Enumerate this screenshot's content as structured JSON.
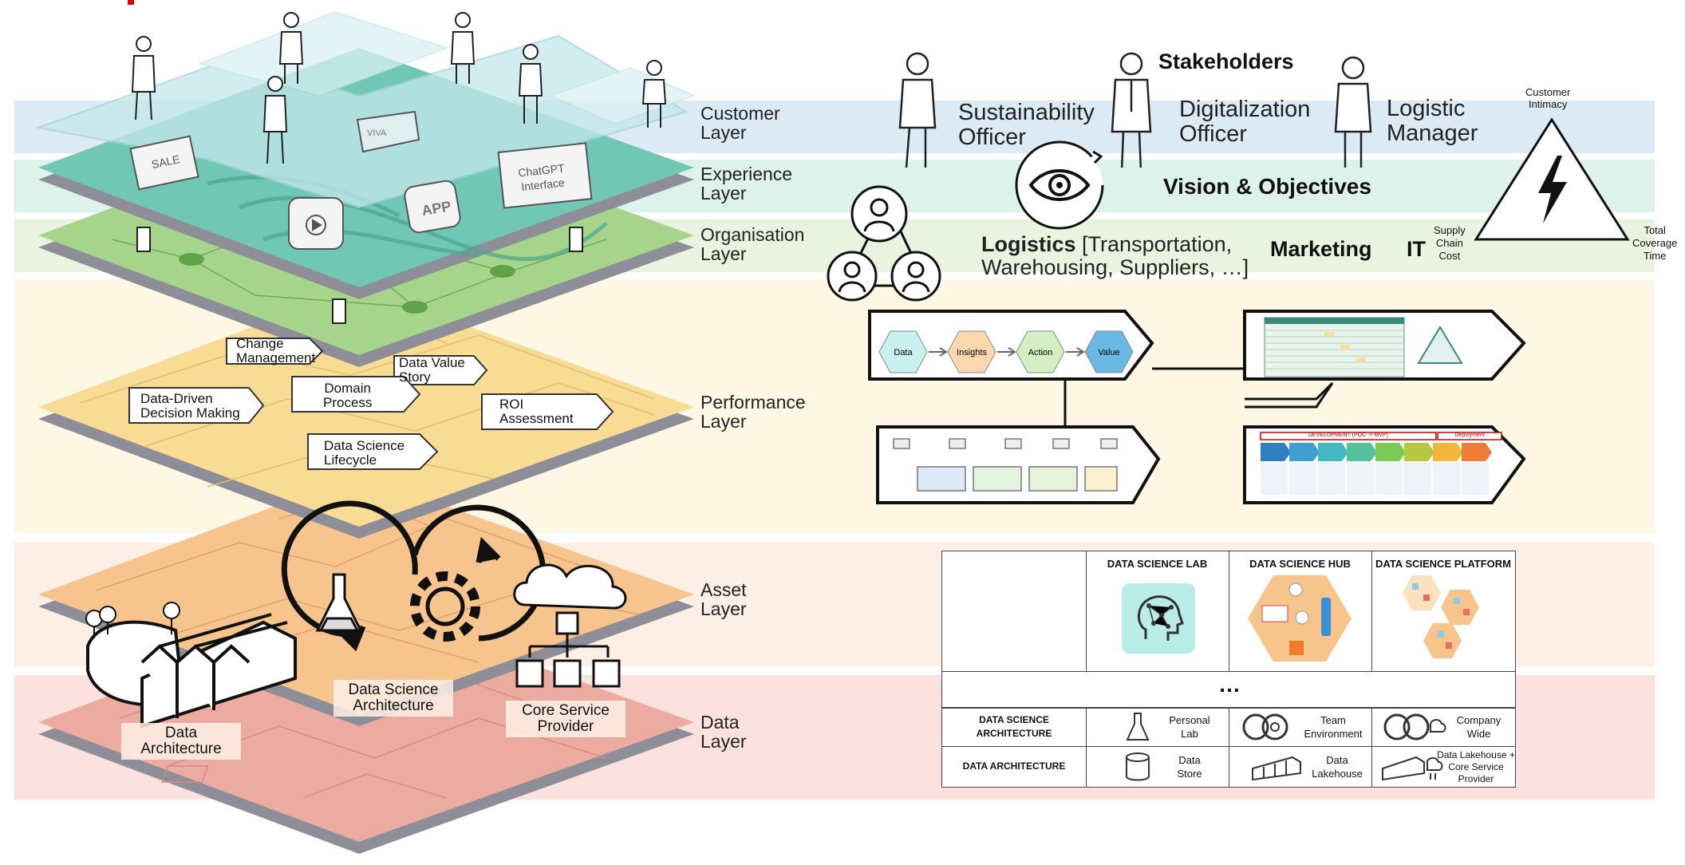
{
  "layers": [
    {
      "name": "Customer",
      "suffix": "Layer",
      "color": "#dbeaf5"
    },
    {
      "name": "Experience",
      "suffix": "Layer",
      "color": "#def2ec"
    },
    {
      "name": "Organisation",
      "suffix": "Layer",
      "color": "#e9f3df"
    },
    {
      "name": "Performance",
      "suffix": "Layer",
      "color": "#fdf7e4"
    },
    {
      "name": "Asset",
      "suffix": "Layer",
      "color": "#fcefe6"
    },
    {
      "name": "Data",
      "suffix": "Layer",
      "color": "#fbe2de"
    }
  ],
  "stakeholders": {
    "title": "Stakeholders",
    "people": [
      {
        "line1": "Sustainability",
        "line2": "Officer"
      },
      {
        "line1": "Digitalization",
        "line2": "Officer"
      },
      {
        "line1": "Logistic",
        "line2": "Manager"
      }
    ]
  },
  "vision": "Vision & Objectives",
  "organisation": {
    "logistics_bold": "Logistics",
    "logistics_rest": "[Transportation,",
    "logistics_line2": "Warehousing, Suppliers, …]",
    "marketing": "Marketing",
    "it": "IT"
  },
  "triangle": {
    "top_line1": "Customer",
    "top_line2": "Intimacy",
    "left_line1": "Supply",
    "left_line2": "Chain",
    "left_line3": "Cost",
    "right_line1": "Total",
    "right_line2": "Coverage",
    "right_line3": "Time"
  },
  "performance_items": [
    {
      "line1": "Change",
      "line2": "Management"
    },
    {
      "line1": "Data Value",
      "line2": "Story"
    },
    {
      "line1": "Domain",
      "line2": "Process"
    },
    {
      "line1": "Data-Driven",
      "line2": "Decision Making"
    },
    {
      "line1": "ROI",
      "line2": "Assessment"
    },
    {
      "line1": "Data Science",
      "line2": "Lifecycle"
    }
  ],
  "value_chain": [
    "Data",
    "Insights",
    "Action",
    "Value"
  ],
  "value_chain_colors": [
    "#c8f1ee",
    "#fbd7ad",
    "#d3efc3",
    "#6ab8e6"
  ],
  "process_banner": {
    "dev": "DEVELOPMENT (POC -> MVP)",
    "deploy": "Deployment"
  },
  "asset_labels": {
    "data_arch_1": "Data",
    "data_arch_2": "Architecture",
    "ds_arch_1": "Data Science",
    "ds_arch_2": "Architecture",
    "csp_1": "Core Service",
    "csp_2": "Provider"
  },
  "icons": {
    "sale": "SALE",
    "app": "APP",
    "chat_1": "ChatGPT",
    "chat_2": "Interface",
    "vending": "VIVA"
  },
  "maturity": {
    "columns": [
      "DATA SCIENCE LAB",
      "DATA SCIENCE HUB",
      "DATA SCIENCE PLATFORM"
    ],
    "ellipsis": "…",
    "rows": [
      {
        "label_1": "DATA SCIENCE",
        "label_2": "ARCHITECTURE",
        "cells": [
          [
            "Personal",
            "Lab"
          ],
          [
            "Team",
            "Environment"
          ],
          [
            "Company",
            "Wide"
          ]
        ]
      },
      {
        "label_1": "DATA ARCHITECTURE",
        "label_2": "",
        "cells": [
          [
            "Data",
            "Store"
          ],
          [
            "Data",
            "Lakehouse"
          ],
          [
            "Data Lakehouse +",
            "Core Service",
            "Provider"
          ]
        ]
      }
    ]
  },
  "accent": "#d40000"
}
